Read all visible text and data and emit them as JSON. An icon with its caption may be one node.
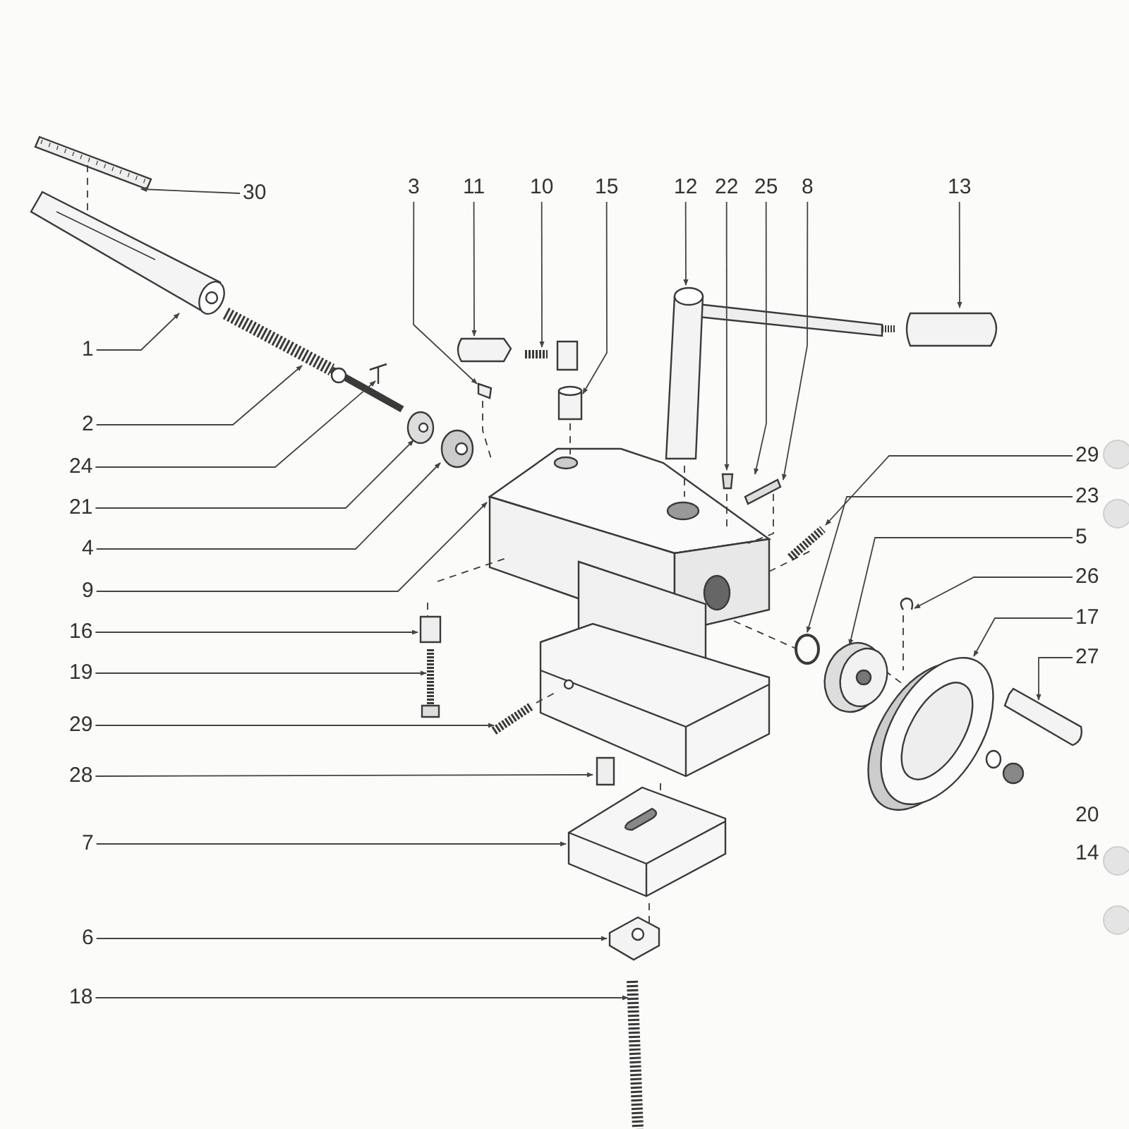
{
  "diagram": {
    "nodes": [
      {
        "text": [
          "30"
        ]
      },
      {
        "text": [
          "3"
        ]
      },
      {
        "text": [
          "11"
        ]
      },
      {
        "text": [
          "10"
        ]
      },
      {
        "text": [
          "15"
        ]
      },
      {
        "text": [
          "12"
        ]
      },
      {
        "text": [
          "22"
        ]
      },
      {
        "text": [
          "25"
        ]
      },
      {
        "text": [
          "8"
        ]
      },
      {
        "text": [
          "13"
        ]
      },
      {
        "text": [
          "1"
        ]
      },
      {
        "text": [
          "2"
        ]
      },
      {
        "text": [
          "24"
        ]
      },
      {
        "text": [
          "21"
        ]
      },
      {
        "text": [
          "4"
        ]
      },
      {
        "text": [
          "9"
        ]
      },
      {
        "text": [
          "29"
        ]
      },
      {
        "text": [
          "23"
        ]
      },
      {
        "text": [
          "5"
        ]
      },
      {
        "text": [
          "26"
        ]
      },
      {
        "text": [
          "17"
        ]
      },
      {
        "text": [
          "27"
        ]
      },
      {
        "text": [
          "16"
        ]
      },
      {
        "text": [
          "19"
        ]
      },
      {
        "text": [
          "29"
        ]
      },
      {
        "text": [
          "28"
        ]
      },
      {
        "text": [
          "7"
        ]
      },
      {
        "text": [
          "6"
        ]
      },
      {
        "text": [
          "18"
        ]
      }
    ],
    "edges": [
      {
        "from": 0,
        "to": null,
        "arrow": "to"
      },
      {
        "from": 1,
        "to": null,
        "arrow": "to"
      },
      {
        "from": 2,
        "to": null,
        "arrow": "to"
      },
      {
        "from": 3,
        "to": null,
        "arrow": "to"
      },
      {
        "from": 4,
        "to": null,
        "arrow": "to"
      },
      {
        "from": 5,
        "to": null,
        "arrow": "to"
      },
      {
        "from": 6,
        "to": null,
        "arrow": "to"
      },
      {
        "from": 7,
        "to": null,
        "arrow": "to"
      },
      {
        "from": 8,
        "to": null,
        "arrow": "to"
      },
      {
        "from": 9,
        "to": null,
        "arrow": "to"
      },
      {
        "from": 10,
        "to": null,
        "arrow": "to"
      },
      {
        "from": 11,
        "to": null,
        "arrow": "to"
      },
      {
        "from": 12,
        "to": null,
        "arrow": "to"
      },
      {
        "from": 13,
        "to": null,
        "arrow": "to"
      },
      {
        "from": 14,
        "to": null,
        "arrow": "to"
      },
      {
        "from": 15,
        "to": null,
        "arrow": "to"
      },
      {
        "from": 16,
        "to": null,
        "arrow": "to"
      },
      {
        "from": 17,
        "to": null,
        "arrow": "to"
      },
      {
        "from": 18,
        "to": null,
        "arrow": "to"
      },
      {
        "from": 19,
        "to": null,
        "arrow": "to"
      },
      {
        "from": 20,
        "to": null,
        "arrow": "to"
      },
      {
        "from": 21,
        "to": null,
        "arrow": "to"
      },
      {
        "from": 22,
        "to": null,
        "arrow": "to"
      },
      {
        "from": 23,
        "to": null,
        "arrow": "to"
      },
      {
        "from": 24,
        "to": null,
        "arrow": "to"
      },
      {
        "from": 25,
        "to": null,
        "arrow": "to"
      },
      {
        "from": 26,
        "to": null,
        "arrow": "to"
      },
      {
        "from": 27,
        "to": null,
        "arrow": "to"
      },
      {
        "from": 28,
        "to": null,
        "arrow": "to"
      }
    ],
    "labels": [
      "20",
      "14"
    ]
  }
}
